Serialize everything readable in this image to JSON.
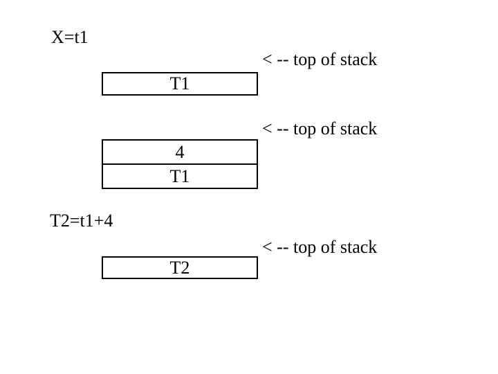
{
  "colors": {
    "background": "#ffffff",
    "text": "#000000",
    "box_border": "#000000"
  },
  "diagram": {
    "statements": [
      {
        "text": "X=t1"
      },
      {
        "text": "T2=t1+4"
      }
    ],
    "stacks": [
      {
        "pointer_label": "< -- top of stack",
        "cells": [
          "T1"
        ]
      },
      {
        "pointer_label": "< -- top of stack",
        "cells": [
          "4",
          "T1"
        ]
      },
      {
        "pointer_label": "< -- top of stack",
        "cells": [
          "T2"
        ]
      }
    ]
  }
}
